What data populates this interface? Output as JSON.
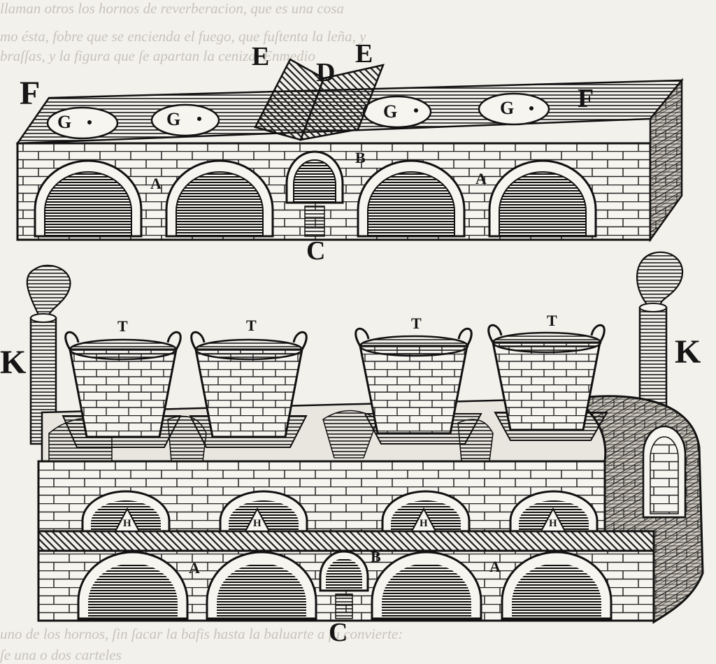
{
  "bleed_text": {
    "line1": "llaman otros los hornos de reverberacion, que es una cosa",
    "line2": "mo ésta, fobre que se encienda el fuego, que fuſtenta la leña, y",
    "line3": "braſſas, y la figura que ſe apartan la ceniza. Enmedio",
    "line4": "uno de los hornos, ſin ſacar la bafis hasta la baluarte a ſu convierte:",
    "line5": "ſe una o dos carteles"
  },
  "upper_furnace": {
    "label_F_left": "F",
    "label_F_right": "F",
    "label_E_left": "E",
    "label_E_right": "E",
    "label_D": "D",
    "label_B": "B",
    "label_A_left": "A",
    "label_A_right": "A",
    "label_C": "C",
    "holes": [
      "G",
      "G",
      "G",
      "G"
    ]
  },
  "lower_furnace": {
    "label_K_left": "K",
    "label_K_right": "K",
    "pots": [
      "T",
      "T",
      "T",
      "T"
    ],
    "vents": [
      "H",
      "H",
      "H",
      "H"
    ],
    "label_A_left": "A",
    "label_A_right": "A",
    "label_B": "B",
    "label_C": "C"
  }
}
